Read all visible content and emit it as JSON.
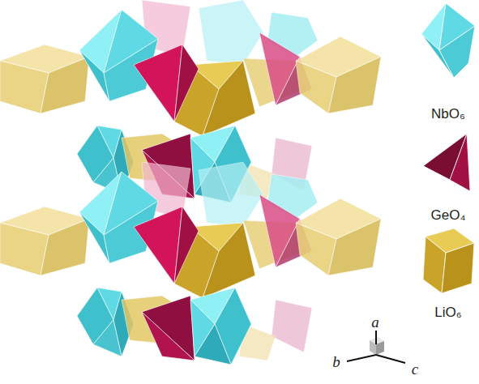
{
  "diagram": {
    "labels": [
      "a",
      "b",
      "c"
    ],
    "legend": [
      {
        "text": "NbO₆"
      },
      {
        "text": "GeO₄"
      },
      {
        "text": "LiO₆"
      }
    ]
  }
}
